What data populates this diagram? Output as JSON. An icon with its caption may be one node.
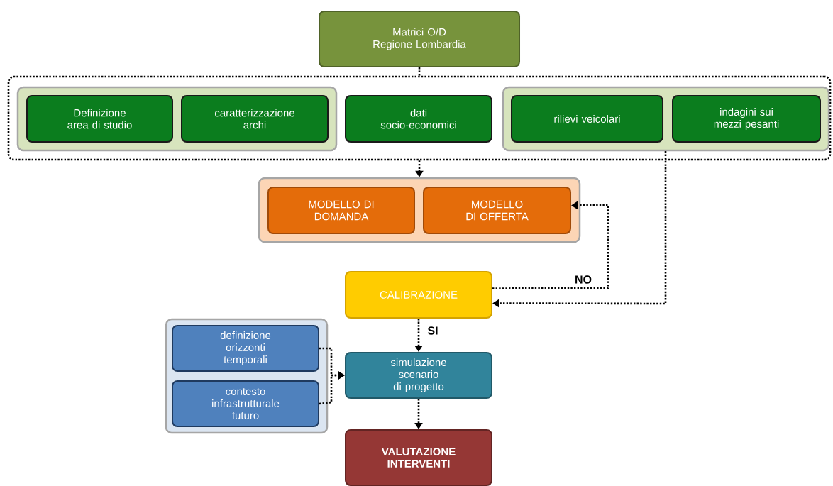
{
  "diagram": {
    "nodes": [
      {
        "text": [
          "Matrici O/D Regione Lombardia"
        ]
      },
      {
        "text": [],
        "shape": "box"
      },
      {
        "text": [],
        "shape": "box",
        "in": 1
      },
      {
        "text": [
          "Definizione area di studio"
        ],
        "in": 2
      },
      {
        "text": [
          "caratterizzazione archi"
        ],
        "in": 2
      },
      {
        "text": [
          "dati socio-economici"
        ],
        "in": 1
      },
      {
        "text": [],
        "shape": "box",
        "in": 1
      },
      {
        "text": [
          "rilievi veicolari"
        ],
        "in": 6
      },
      {
        "text": [
          "indagini sui mezzi pesanti"
        ],
        "in": 6
      },
      {
        "text": [],
        "shape": "box"
      },
      {
        "text": [
          "MODELLO DI DOMANDA"
        ],
        "in": 9
      },
      {
        "text": [
          "MODELLO DI OFFERTA"
        ],
        "in": 9
      },
      {
        "text": [
          "CALIBRAZIONE"
        ]
      },
      {
        "text": [],
        "shape": "box"
      },
      {
        "text": [
          "definizione orizzonti temporali"
        ],
        "in": 13
      },
      {
        "text": [
          "contesto infrastrutturale futuro"
        ],
        "in": 13
      },
      {
        "text": [
          "simulazione scenario di progetto"
        ]
      },
      {
        "text": [
          "VALUTAZIONE INTERVENTI"
        ]
      }
    ],
    "edges": [
      {
        "from": 0,
        "to": 1,
        "arrow": "none"
      },
      {
        "from": 1,
        "to": 9,
        "arrow": "to"
      },
      {
        "from": 6,
        "to": 12,
        "arrow": "to"
      },
      {
        "from": 12,
        "to": 11,
        "arrow": "to",
        "label": "NO"
      },
      {
        "from": 12,
        "to": 16,
        "arrow": "to",
        "label": "SI"
      },
      {
        "from": 14,
        "to": 16,
        "arrow": "to"
      },
      {
        "from": 15,
        "to": 16,
        "arrow": "to"
      },
      {
        "from": 16,
        "to": 17,
        "arrow": "to"
      }
    ]
  }
}
